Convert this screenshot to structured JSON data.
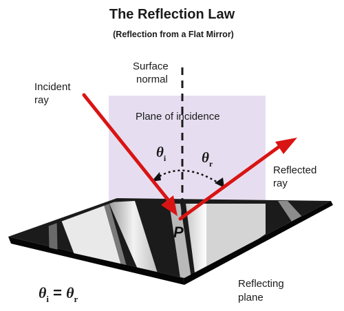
{
  "title": "The Reflection Law",
  "subtitle": "(Reflection from a Flat Mirror)",
  "labels": {
    "surface_normal_line1": "Surface",
    "surface_normal_line2": "normal",
    "incident_line1": "Incident",
    "incident_line2": "ray",
    "plane_of_incidence": "Plane of incidence",
    "reflected_line1": "Reflected",
    "reflected_line2": "ray",
    "reflecting_line1": "Reflecting",
    "reflecting_line2": "plane",
    "point": "P"
  },
  "angles": {
    "theta_symbol": "θ",
    "incident_subscript": "i",
    "reflected_subscript": "r"
  },
  "equation": {
    "lhs_symbol": "θ",
    "lhs_subscript": "i",
    "equals": " = ",
    "rhs_symbol": "θ",
    "rhs_subscript": "r"
  },
  "colors": {
    "ray": "#d91414",
    "plane_of_incidence": "#e6def0",
    "mirror_dark": "#1b1b1b",
    "mirror_edge": "#050505",
    "normal_line": "#1a1a1a"
  }
}
